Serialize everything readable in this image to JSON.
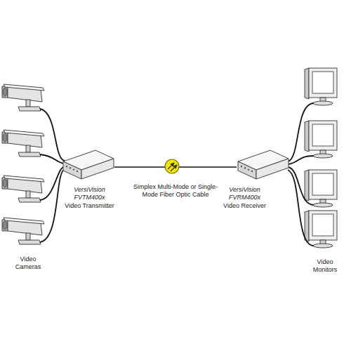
{
  "diagram": {
    "nodes": [
      {
        "text": [
          "VersiVision",
          "FVTM400x",
          "Video Transmitter"
        ]
      },
      {
        "text": [
          "VersiVision",
          "FVRM400x",
          "Video Receiver"
        ]
      }
    ],
    "edges": [
      {
        "from": 0,
        "to": 1,
        "arrow": "none",
        "label": "Simplex Multi-Mode or Single-Mode Fiber Optic Cable"
      }
    ],
    "labels": [
      "Video Cameras",
      "Video Monitors"
    ]
  }
}
